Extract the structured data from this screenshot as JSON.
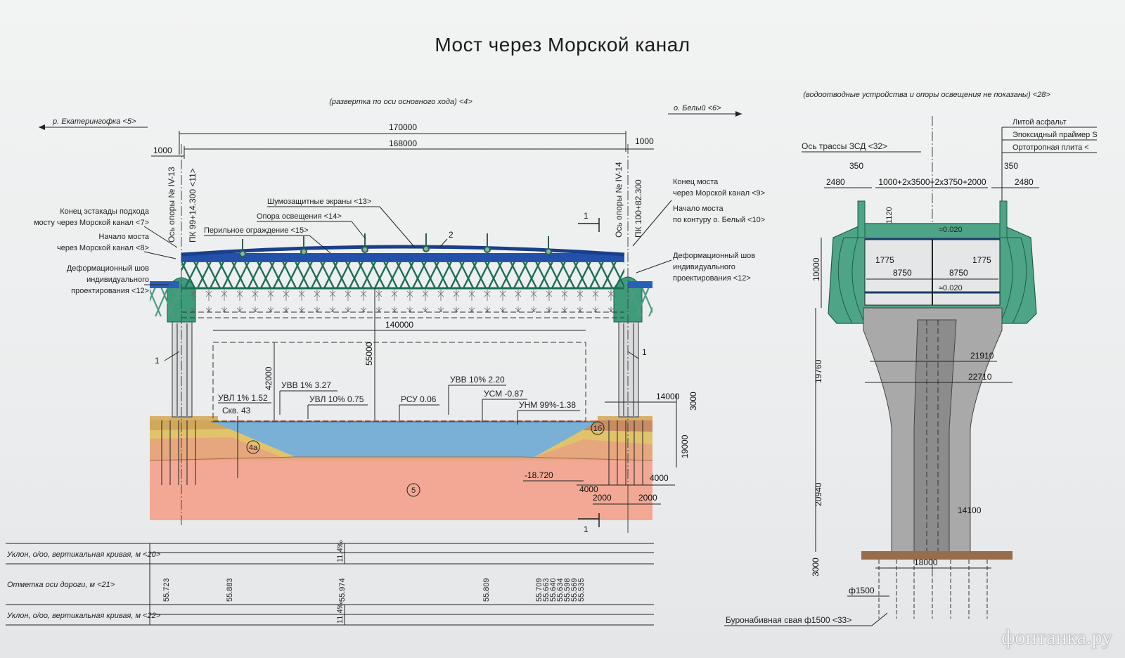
{
  "title": "Мост через Морской канал",
  "watermark": "фонтанка.ру",
  "elevation": {
    "top_note": "(развертка по оси основного хода) <4>",
    "left_direction": "р. Екатерингофка <5>",
    "right_direction": "о. Белый <6>",
    "dims": {
      "total": "170000",
      "span": "168000",
      "left_end": "1000",
      "right_end": "1000",
      "clearance_w": "140000",
      "clearance_h": "42000",
      "height": "55000",
      "r_14000": "14000",
      "r_3000": "3000",
      "r_19000": "19000",
      "r_4000a": "4000",
      "r_4000b": "4000",
      "r_2000a": "2000",
      "r_2000b": "2000",
      "depth": "-18.720"
    },
    "pier_left": {
      "axis": "Ось опоры № IV-13",
      "pk": "ПК 99+14.300 <11>"
    },
    "pier_right": {
      "axis": "Ось опоры № IV-14",
      "pk": "ПК 100+82.300"
    },
    "labels": {
      "l7a": "Конец эстакады подхода",
      "l7b": "мосту через Морской канал <7>",
      "l8a": "Начало моста",
      "l8b": "через Морской канал <8>",
      "l12a": "Деформационный шов",
      "l12b": "индивидуального",
      "l12c": "проектирования <12>",
      "l13": "Шумозащитные экраны <13>",
      "l14": "Опора освещения <14>",
      "l15": "Перильное ограждение <15>",
      "r9a": "Конец моста",
      "r9b": "через Морской канал <9>",
      "r10a": "Начало моста",
      "r10b": "по контуру о. Белый <10>",
      "r12a": "Деформационный шов",
      "r12b": "индивидуального",
      "r12c": "проектирования <12>"
    },
    "markers": {
      "one_a": "1",
      "one_b": "1",
      "one_c": "1",
      "one_d": "1",
      "two": "2",
      "soil_1b": "1б",
      "soil_4a": "4а",
      "soil_5": "5"
    },
    "levels": {
      "uvl1": "УВЛ 1% 1.52",
      "skv": "Скв. 43",
      "uvv1": "УВВ 1% 3.27",
      "uvl10": "УВЛ 10% 0.75",
      "rsu": "РСУ 0.06",
      "uvv10": "УВВ 10% 2.20",
      "usm": "УСМ -0.87",
      "unm": "УНМ 99%-1.38"
    }
  },
  "table": {
    "row1": "Уклон, о/оо, вертикальная кривая, м <20>",
    "row2": "Отметка оси дороги, м <21>",
    "row3": "Уклон, о/оо, вертикальная кривая, м <22>",
    "grade1": "11.4‰",
    "grade3": "11.4‰",
    "marks": [
      "55.723",
      "55.883",
      "55.974",
      "55.809",
      "55.709",
      "55.663",
      "55.640",
      "55.634",
      "55.598",
      "55.569",
      "55.535"
    ]
  },
  "section": {
    "note": "(водоотводные устройства и опоры освещения не показаны) <28>",
    "axis": "Ось трассы ЗСД <32>",
    "layers": [
      "Литой асфальт",
      "Эпоксидный праймер S",
      "Ортотропная плита <"
    ],
    "dims": {
      "w_top": "1000+2x3500+2x3750+2000",
      "d350a": "350",
      "d350b": "350",
      "d2480a": "2480",
      "d2480b": "2480",
      "d1120": "1120",
      "d10000": "10000",
      "d1775a": "1775",
      "d1775b": "1775",
      "d8750a": "8750",
      "d8750b": "8750",
      "slope_a": "≈0.020",
      "slope_b": "≈0.020",
      "d19760": "19760",
      "d21910": "21910",
      "d22710": "22710",
      "d20940": "20940",
      "d14100": "14100",
      "d3000": "3000",
      "d18000": "18000",
      "d1500": "ф1500"
    },
    "pile": "Буронабивная свая ф1500 <33>"
  }
}
